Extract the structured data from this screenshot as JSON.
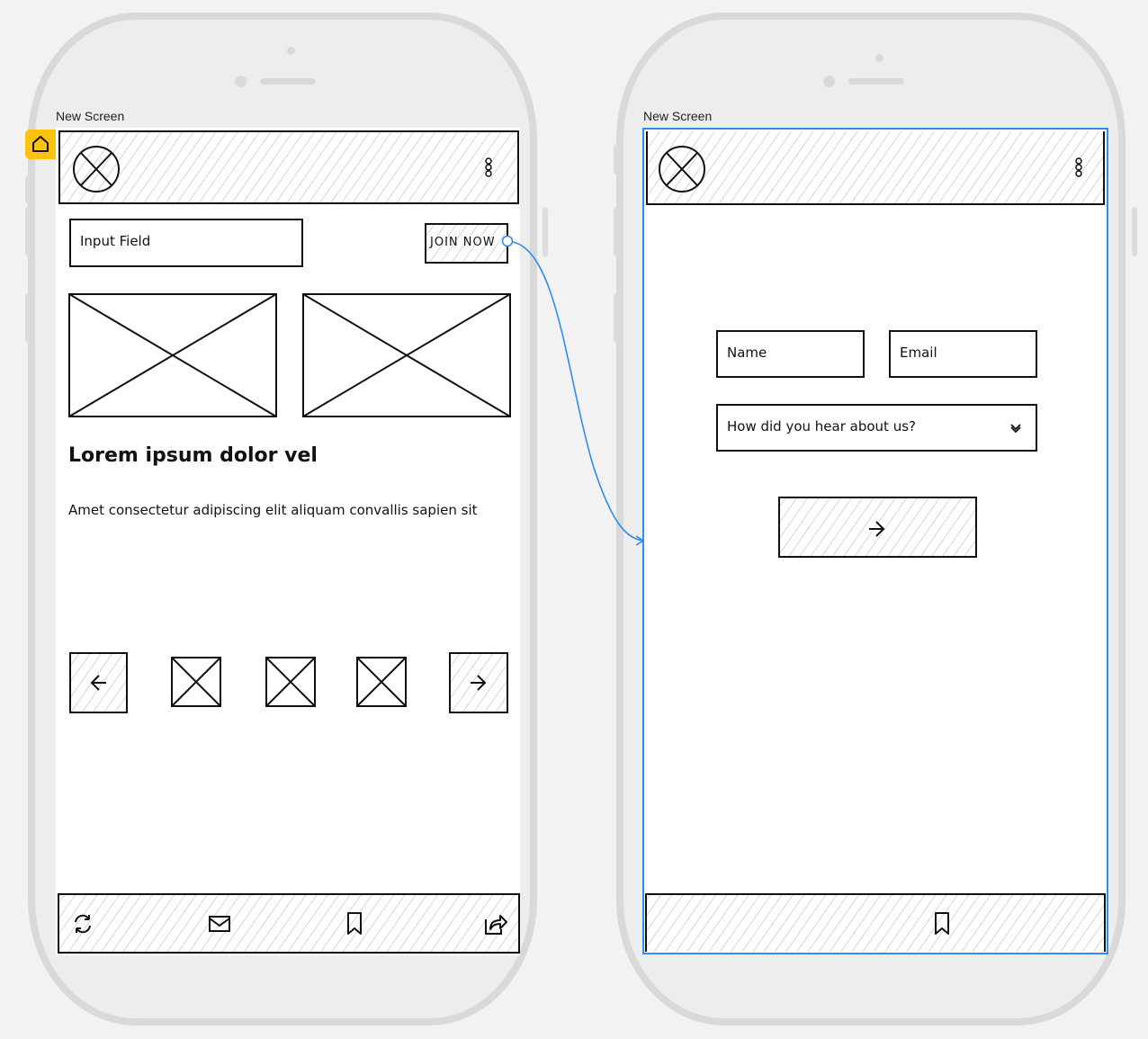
{
  "canvas": {
    "background": "#f2f2f2",
    "device_frame_color": "#d9d9d9",
    "accent_color": "#2f8cf0",
    "home_badge_color": "#ffc20e"
  },
  "screens": [
    {
      "label": "New Screen",
      "is_home": true,
      "header": {
        "left_icon": "placeholder-circle-x-icon",
        "right_icon": "more-vertical-icon"
      },
      "input_field": {
        "placeholder": "Input Field"
      },
      "join_button": {
        "label": "JOIN NOW"
      },
      "images": [
        "image-placeholder",
        "image-placeholder"
      ],
      "heading": "Lorem ipsum dolor vel",
      "body_text": "Amet consectetur adipiscing elit aliquam convallis sapien sit",
      "carousel": {
        "prev_icon": "arrow-left-icon",
        "thumbnails": [
          "image-placeholder",
          "image-placeholder",
          "image-placeholder"
        ],
        "next_icon": "arrow-right-icon"
      },
      "tab_bar": [
        "refresh-icon",
        "mail-icon",
        "bookmark-icon",
        "share-icon"
      ]
    },
    {
      "label": "New Screen",
      "is_home": false,
      "selected": true,
      "header": {
        "left_icon": "placeholder-circle-x-icon",
        "right_icon": "more-vertical-icon"
      },
      "form": {
        "name_placeholder": "Name",
        "email_placeholder": "Email",
        "select_placeholder": "How did you hear about us?",
        "submit_icon": "arrow-right-icon"
      },
      "tab_bar": [
        "bookmark-icon"
      ]
    }
  ],
  "link": {
    "from": "join_button",
    "to": "screen-2",
    "color": "#2f8cf0"
  }
}
